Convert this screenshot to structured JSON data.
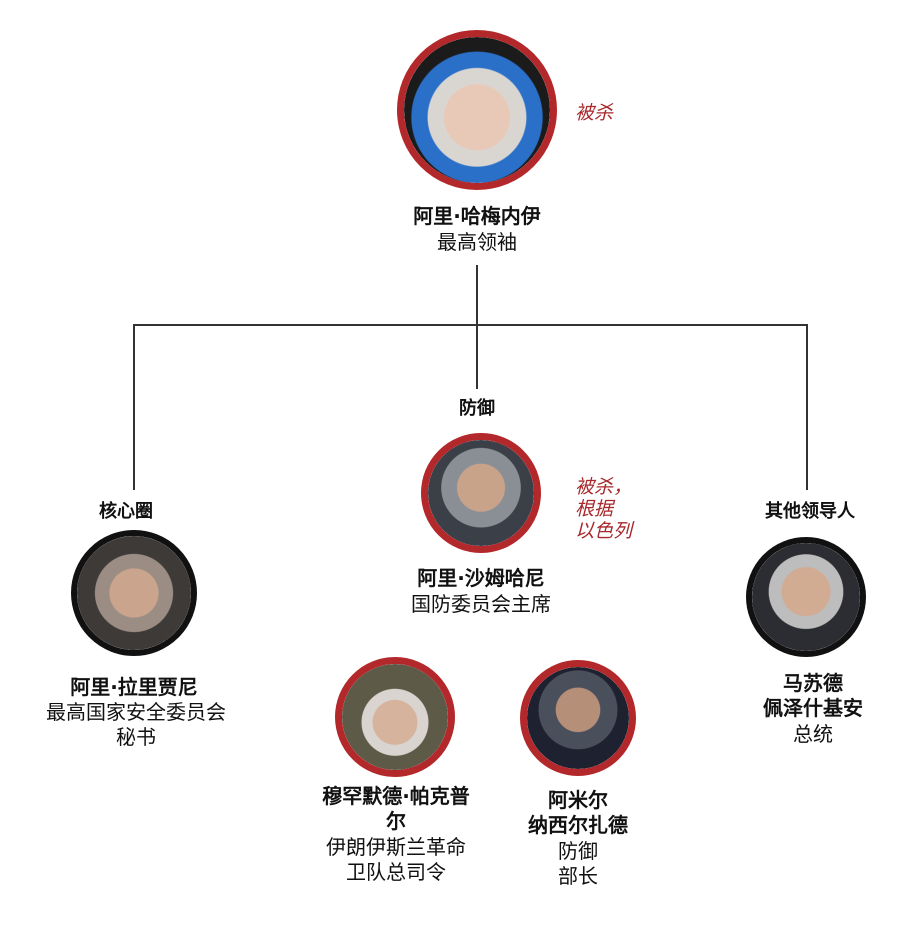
{
  "groups": {
    "defense": "防御",
    "inner_circle": "核心圈",
    "other_leaders": "其他领导人"
  },
  "people": {
    "khamenei": {
      "name": "阿里·哈梅内伊",
      "title": "最高领袖",
      "note": "被杀"
    },
    "shamkhani": {
      "name": "阿里·沙姆哈尼",
      "title": "国防委员会主席",
      "note_lines": [
        "被杀，",
        "根据",
        "以色列"
      ]
    },
    "larijani": {
      "name": "阿里·拉里贾尼",
      "title_lines": [
        "最高国家安全委员会",
        "秘书"
      ]
    },
    "pezeshkian": {
      "name_lines": [
        "马苏德",
        "佩泽什基安"
      ],
      "title": "总统"
    },
    "pakpour": {
      "name_lines": [
        "穆罕默德·帕克普",
        "尔"
      ],
      "title_lines": [
        "伊朗伊斯兰革命",
        "卫队总司令"
      ]
    },
    "nasirzadeh": {
      "name_lines": [
        "阿米尔",
        "纳西尔扎德"
      ],
      "title_lines": [
        "防御",
        "部长"
      ]
    }
  },
  "colors": {
    "killed_ring": "#b3282b",
    "alive_ring": "#111111",
    "note": "#a8282b"
  }
}
